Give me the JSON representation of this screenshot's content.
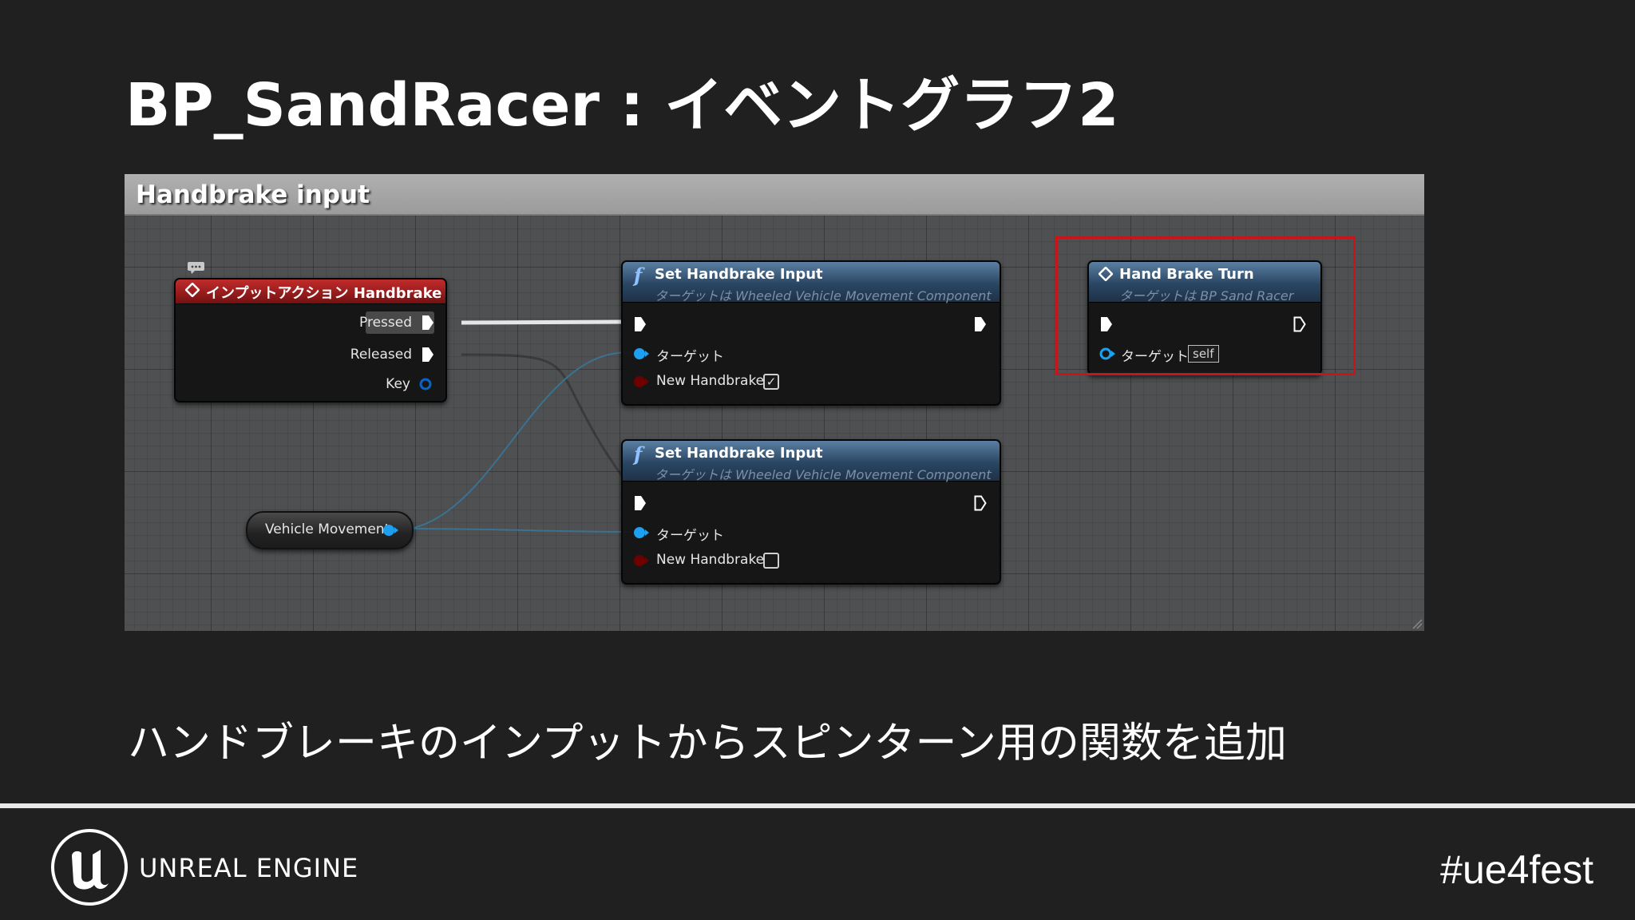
{
  "slide": {
    "title": "BP_SandRacer : イベントグラフ2",
    "caption": "ハンドブレーキのインプットからスピンターン用の関数を追加"
  },
  "blueprint": {
    "comment_title": "Handbrake input",
    "input_action_node": {
      "title": "インプットアクション Handbrake",
      "pins": [
        "Pressed",
        "Released",
        "Key"
      ]
    },
    "set_handbrake_node_1": {
      "title": "Set Handbrake Input",
      "subtitle": "ターゲットは Wheeled Vehicle Movement Component",
      "target_label": "ターゲット",
      "param_label": "New Handbrake",
      "param_checked": true
    },
    "set_handbrake_node_2": {
      "title": "Set Handbrake Input",
      "subtitle": "ターゲットは Wheeled Vehicle Movement Component",
      "target_label": "ターゲット",
      "param_label": "New Handbrake",
      "param_checked": false
    },
    "hand_brake_turn_node": {
      "title": "Hand Brake Turn",
      "subtitle": "ターゲットは BP Sand Racer",
      "target_label": "ターゲット",
      "target_default": "self",
      "highlighted": true
    },
    "variable_node": {
      "label": "Vehicle Movement"
    },
    "colors": {
      "event_header": "#b52222",
      "function_header": "#2a4663",
      "object_pin": "#1ea0f0",
      "bool_pin": "#8a0000",
      "highlight_box": "#c7161b"
    }
  },
  "footer": {
    "engine_name": "UNREAL ENGINE",
    "logo_icon": "unreal-engine-logo",
    "hashtag": "#ue4fest"
  }
}
